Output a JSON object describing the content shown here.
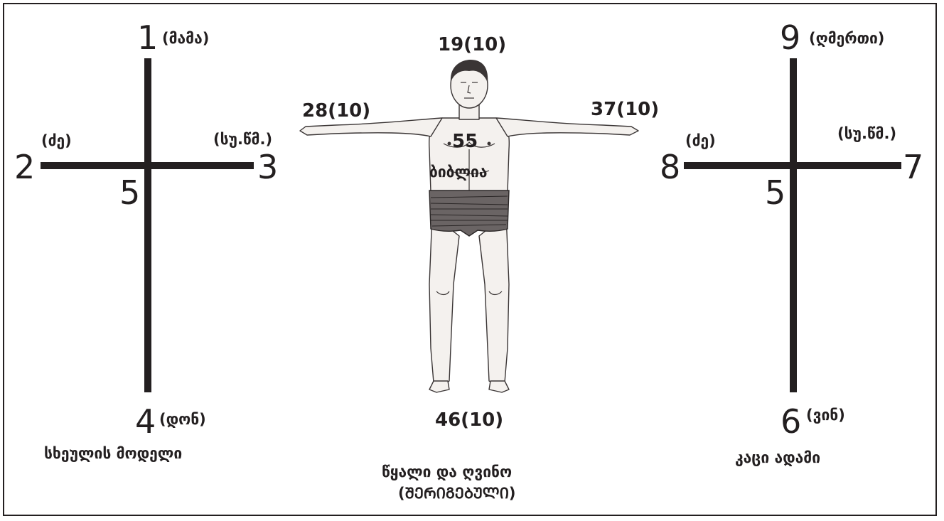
{
  "left_cross": {
    "top_num": "1",
    "top_word": "(მამა)",
    "left_num": "2",
    "left_word": "(ძე)",
    "right_num": "3",
    "right_word": "(სუ.წმ.)",
    "center_num": "5",
    "bottom_num": "4",
    "bottom_word": "(დონ)",
    "caption": "სხეულის  მოდელი"
  },
  "right_cross": {
    "top_num": "9",
    "top_word": "(ღმერთი)",
    "left_num": "8",
    "left_word": "(ძე)",
    "right_num": "7",
    "right_word": "(სუ.წმ.)",
    "center_num": "5",
    "bottom_num": "6",
    "bottom_word": "(ვინ)",
    "caption": "კაცი ადამი"
  },
  "figure": {
    "head": "19(10)",
    "left_hand": "28(10)",
    "right_hand": "37(10)",
    "chest_num": "55",
    "chest_word": "ბიბლია",
    "feet": "46(10)",
    "caption_line1": "წყალი და ღვინო",
    "caption_line2": "(ᲨᲔᲠᲘᲒᲔᲑᲣᲚᲘ)"
  }
}
